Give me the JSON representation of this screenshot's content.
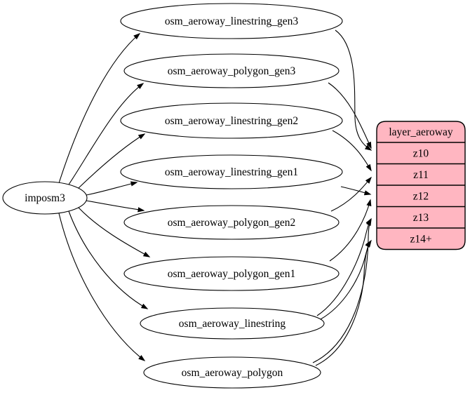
{
  "diagram": {
    "source": {
      "label": "imposm3"
    },
    "tables": [
      {
        "label": "osm_aeroway_linestring_gen3"
      },
      {
        "label": "osm_aeroway_polygon_gen3"
      },
      {
        "label": "osm_aeroway_linestring_gen2"
      },
      {
        "label": "osm_aeroway_linestring_gen1"
      },
      {
        "label": "osm_aeroway_polygon_gen2"
      },
      {
        "label": "osm_aeroway_polygon_gen1"
      },
      {
        "label": "osm_aeroway_linestring"
      },
      {
        "label": "osm_aeroway_polygon"
      }
    ],
    "layer": {
      "header": "layer_aeroway",
      "rows": [
        "z10",
        "z11",
        "z12",
        "z13",
        "z14+"
      ],
      "fill_color": "#ffb6c1",
      "border_color": "#000000"
    },
    "edges": {
      "from_source": [
        "osm_aeroway_linestring_gen3",
        "osm_aeroway_polygon_gen3",
        "osm_aeroway_linestring_gen2",
        "osm_aeroway_linestring_gen1",
        "osm_aeroway_polygon_gen2",
        "osm_aeroway_polygon_gen1",
        "osm_aeroway_linestring",
        "osm_aeroway_polygon"
      ],
      "to_layer": [
        {
          "from": "osm_aeroway_linestring_gen3",
          "to": "z10"
        },
        {
          "from": "osm_aeroway_polygon_gen3",
          "to": "z10"
        },
        {
          "from": "osm_aeroway_linestring_gen2",
          "to": "z11"
        },
        {
          "from": "osm_aeroway_polygon_gen2",
          "to": "z11"
        },
        {
          "from": "osm_aeroway_linestring_gen1",
          "to": "z12"
        },
        {
          "from": "osm_aeroway_polygon_gen1",
          "to": "z12"
        },
        {
          "from": "osm_aeroway_linestring",
          "to": "z13"
        },
        {
          "from": "osm_aeroway_linestring",
          "to": "z14+"
        },
        {
          "from": "osm_aeroway_polygon",
          "to": "z13"
        },
        {
          "from": "osm_aeroway_polygon",
          "to": "z14+"
        }
      ]
    },
    "colors": {
      "edge": "#000000",
      "node_fill": "#ffffff",
      "text": "#000000",
      "background": "#ffffff"
    }
  }
}
